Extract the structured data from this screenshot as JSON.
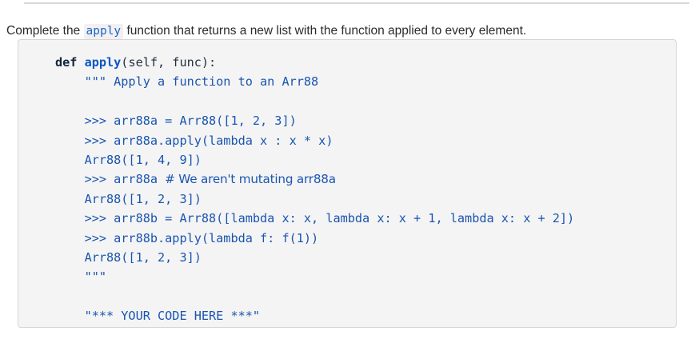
{
  "document": {
    "prompt": {
      "before_code": "Complete the ",
      "inline_code": "apply",
      "after_code": " function that returns a new list with the function applied to every element."
    },
    "code_block": {
      "language": "python",
      "background_color": "#f4f4f4",
      "border_color": "#d5d5d5",
      "lines": [
        {
          "id": "line-def",
          "segments": [
            {
              "text": "def ",
              "style": "kw"
            },
            {
              "text": "apply",
              "style": "fn"
            },
            {
              "text": "(self, func):",
              "style": "plain"
            }
          ]
        },
        {
          "id": "line-docstring-open",
          "segments": [
            {
              "text": "    \"\"\" Apply a function to an Arr88",
              "style": "doc"
            }
          ]
        },
        {
          "id": "line-blank-1",
          "segments": [
            {
              "text": "",
              "style": "doc"
            }
          ]
        },
        {
          "id": "line-doctest-1",
          "segments": [
            {
              "text": "    >>> arr88a = Arr88([1, 2, 3])",
              "style": "prompt"
            }
          ]
        },
        {
          "id": "line-doctest-2",
          "segments": [
            {
              "text": "    >>> arr88a.apply(lambda x : x * x)",
              "style": "prompt"
            }
          ]
        },
        {
          "id": "line-output-1",
          "segments": [
            {
              "text": "    Arr88([1, 4, 9])",
              "style": "out"
            }
          ]
        },
        {
          "id": "line-doctest-3",
          "segments": [
            {
              "text": "    >>> arr88a ",
              "style": "prompt"
            },
            {
              "text": "# We aren't mutating arr88a",
              "style": "comment"
            }
          ]
        },
        {
          "id": "line-output-2",
          "segments": [
            {
              "text": "    Arr88([1, 2, 3])",
              "style": "out"
            }
          ]
        },
        {
          "id": "line-doctest-4",
          "segments": [
            {
              "text": "    >>> arr88b = Arr88([lambda x: x, lambda x: x + 1, lambda x: x + 2])",
              "style": "prompt"
            }
          ]
        },
        {
          "id": "line-doctest-5",
          "segments": [
            {
              "text": "    >>> arr88b.apply(lambda f: f(1))",
              "style": "prompt"
            }
          ]
        },
        {
          "id": "line-output-3",
          "segments": [
            {
              "text": "    Arr88([1, 2, 3])",
              "style": "out"
            }
          ]
        },
        {
          "id": "line-docstring-close",
          "segments": [
            {
              "text": "    \"\"\"",
              "style": "doc"
            }
          ]
        },
        {
          "id": "line-blank-2",
          "segments": [
            {
              "text": "",
              "style": "doc"
            }
          ]
        },
        {
          "id": "line-your-code-here",
          "segments": [
            {
              "text": "    \"*** YOUR CODE HERE ***\"",
              "style": "str"
            }
          ]
        }
      ]
    }
  }
}
